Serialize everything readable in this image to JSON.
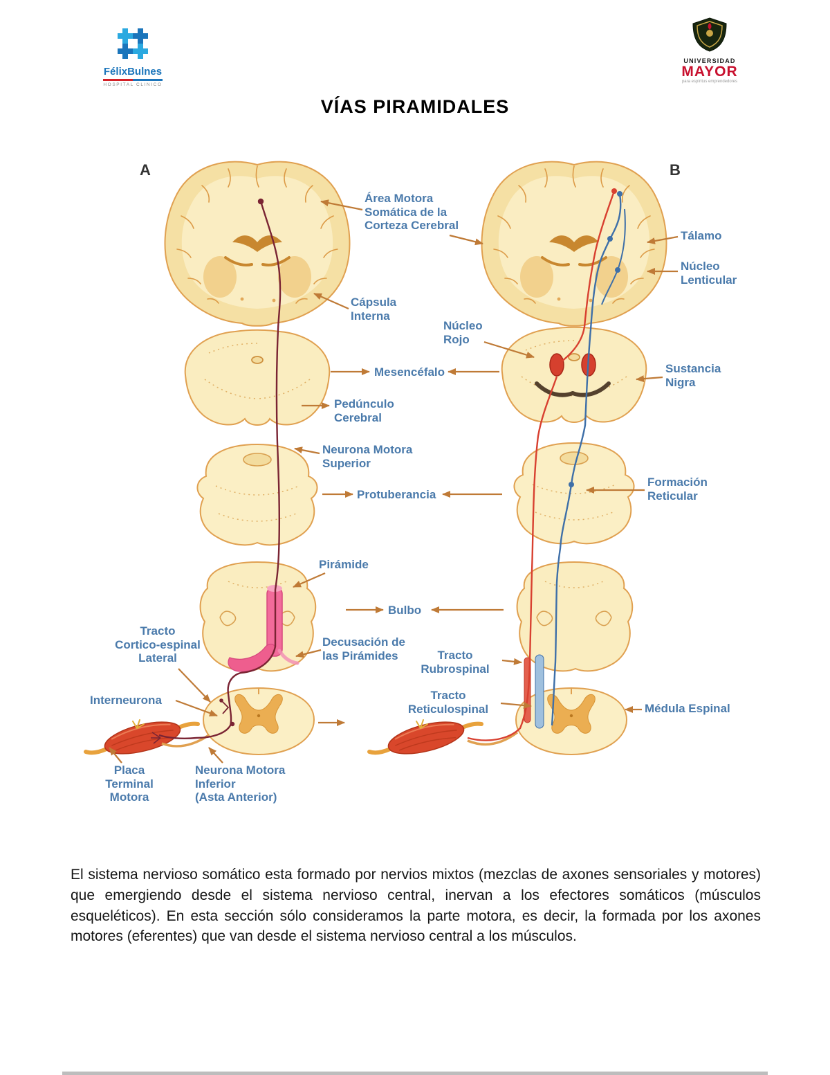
{
  "header": {
    "hospital": {
      "name": "FélixBulnes",
      "subtitle": "HOSPITAL CLINICO"
    },
    "university": {
      "line1": "UNIVERSIDAD",
      "line2": "MAYOR",
      "tagline": "para espíritus emprendedores"
    }
  },
  "title": "VÍAS PIRAMIDALES",
  "figure": {
    "panel_a": "A",
    "panel_b": "B",
    "labels": {
      "area_motora": "Área Motora\nSomática de la\nCorteza Cerebral",
      "capsula_interna": "Cápsula\nInterna",
      "mesencefalo": "Mesencéfalo",
      "pedunculo_cerebral": "Pedúnculo\nCerebral",
      "neurona_motora_superior": "Neurona Motora\nSuperior",
      "protuberancia": "Protuberancia",
      "piramide": "Pirámide",
      "bulbo": "Bulbo",
      "tracto_cortico_espinal": "Tracto\nCortico-espinal\nLateral",
      "decusacion": "Decusación de\nlas Pirámides",
      "interneurona": "Interneurona",
      "placa_terminal": "Placa\nTerminal\nMotora",
      "neurona_motora_inferior": "Neurona Motora\nInferior\n(Asta Anterior)",
      "talamo": "Tálamo",
      "nucleo_lenticular": "Núcleo\nLenticular",
      "nucleo_rojo": "Núcleo\nRojo",
      "sustancia_nigra": "Sustancia\nNigra",
      "formacion_reticular": "Formación\nReticular",
      "tracto_rubrospinal": "Tracto\nRubrospinal",
      "tracto_reticulospinal": "Tracto\nReticulospinal",
      "medula_espinal": "Médula Espinal"
    }
  },
  "paragraph": "El sistema nervioso somático esta formado por nervios mixtos (mezclas de axones sensoriales y motores) que emergiendo desde el sistema nervioso central, inervan a los efectores somáticos (músculos esqueléticos). En esta sección sólo consideramos la parte motora, es decir, la formada por los axones motores (eferentes) que van desde el sistema nervioso central a los músculos.",
  "palette": {
    "label_blue": "#4A7AAB",
    "arrow_brown": "#BF7A36",
    "section_cream": "#FAEDC0",
    "section_outline": "#E0A050",
    "tract_dark_red": "#7A2433",
    "tract_red": "#D84030",
    "tract_blue": "#3E6FA8",
    "pyramid_pink": "#F26B9A",
    "muscle_red": "#D9472B",
    "mayor_red": "#C8102E",
    "felix_blue": "#1B75BB"
  }
}
